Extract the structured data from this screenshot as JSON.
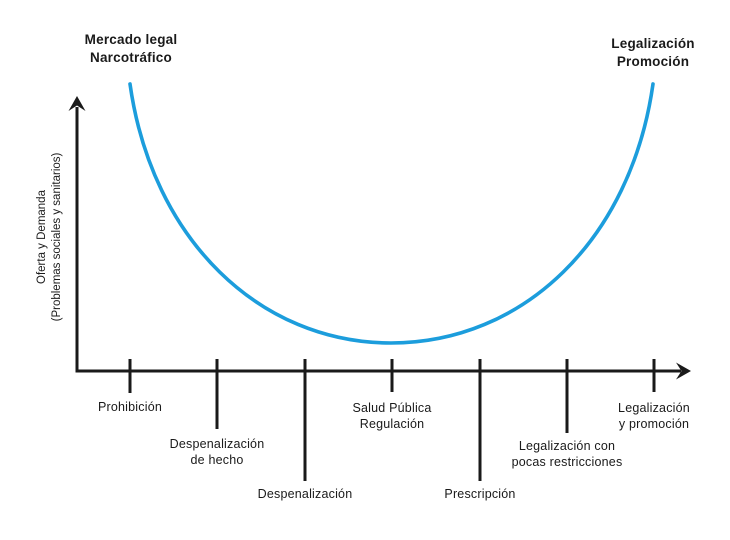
{
  "chart_data": {
    "type": "line",
    "title": "",
    "top_left_label": "Mercado legal\nNarcotráfico",
    "top_right_label": "Legalización\nPromoción",
    "ylabel": "Oferta y Demanda\n(Problemas sociales y sanitarios)",
    "xlabel": "",
    "categories": [
      "Prohibición",
      "Despenalización\nde hecho",
      "Despenalización",
      "Salud Pública\nRegulación",
      "Prescripción",
      "Legalización con\npocas restricciones",
      "Legalización\ny promoción"
    ],
    "series": [
      {
        "name": "Oferta y Demanda (Problemas sociales y sanitarios)",
        "x": [
          0,
          1,
          2,
          3,
          4,
          5,
          6
        ],
        "values": [
          100,
          33,
          15,
          10,
          15,
          33,
          100
        ]
      }
    ],
    "curve_shape": "symmetric U-shaped curve, minimum at Salud Pública / Regulación, maxima at Prohibición and Legalización y promoción",
    "curve_color": "#1C9DDC",
    "axis_color": "#1A1A1A",
    "grid": "off",
    "legend": "none",
    "x_axis_numeric_labels": "none (qualitative policy scale)",
    "y_axis_numeric_labels": "none (qualitative magnitude)"
  }
}
